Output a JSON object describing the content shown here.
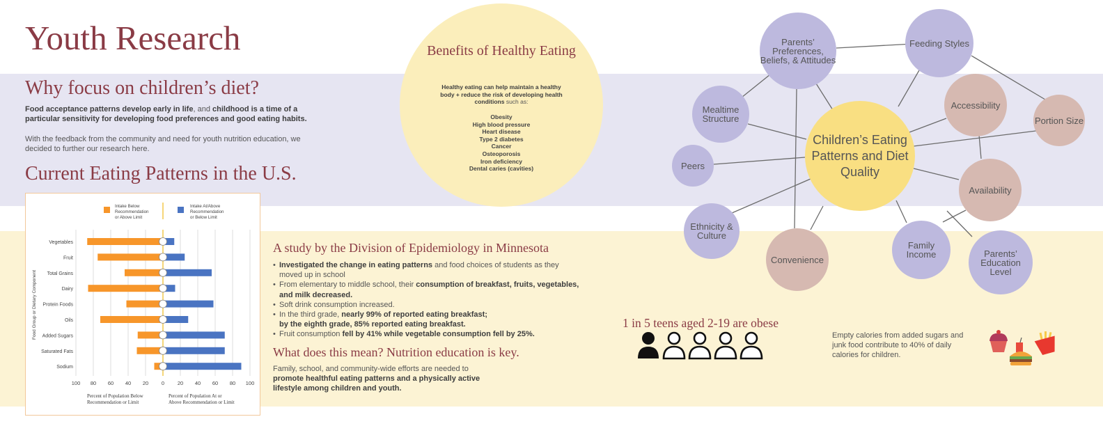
{
  "title": "Youth Research",
  "why": {
    "heading": "Why focus on children’s diet?",
    "p1_b1": "Food acceptance patterns develop early in life",
    "p1_t1": ", and ",
    "p1_b2": "childhood is a time of a particular sensitivity for developing food preferences and good eating habits.",
    "p2": "With the feedback from the community and need for youth nutrition education, we decided to further our research here."
  },
  "patterns_heading": "Current Eating Patterns in the U.S.",
  "chart_data": {
    "type": "bar",
    "orientation": "horizontal-diverging",
    "legend": [
      "Intake Below Recommendation or Above Limit",
      "Intake At/Above Recommendation or Below Limit"
    ],
    "legend_below": "Intake Below\nRecommendation\nor Above Limit",
    "legend_above": "Intake At/Above\nRecommendation\nor Below Limit",
    "colors": {
      "below": "#f7962a",
      "above": "#4a74c2"
    },
    "categories": [
      "Vegetables",
      "Fruit",
      "Total Grains",
      "Dairy",
      "Protein Foods",
      "Oils",
      "Added Sugars",
      "Saturated Fats",
      "Sodium"
    ],
    "series": [
      {
        "name": "Intake Below Recommendation or Above Limit",
        "values": [
          87,
          75,
          44,
          86,
          42,
          72,
          29,
          30,
          10
        ]
      },
      {
        "name": "Intake At/Above Recommendation or Below Limit",
        "values": [
          13,
          25,
          56,
          14,
          58,
          29,
          71,
          71,
          90
        ]
      }
    ],
    "ticks": [
      "100",
      "80",
      "60",
      "40",
      "20",
      "0",
      "20",
      "40",
      "60",
      "80",
      "100"
    ],
    "ylabel": "Food Group or Dietary Component",
    "xlabel_left": "Percent of Population Below Recommendation or Limit",
    "xlabel_right": "Percent of Population At or Above Recommendation or Limit",
    "xlim": [
      -100,
      100
    ]
  },
  "benefits": {
    "title": "Benefits of Healthy Eating",
    "intro_bold": "Healthy eating can help maintain a healthy body + reduce the risk of developing health conditions",
    "intro_tail": " such as:",
    "items": [
      "Obesity",
      "High blood pressure",
      "Heart disease",
      "Type 2 diabetes",
      "Cancer",
      "Osteoporosis",
      "Iron deficiency",
      "Dental caries (cavities)"
    ]
  },
  "study": {
    "heading": "A study by the Division of Epidemiology in Minnesota",
    "b1_bold": "Investigated the change in eating patterns",
    "b1_tail": " and food choices of students as they moved up in school",
    "b2_head": "From elementary to middle school, their ",
    "b2_bold": "consumption of breakfast, fruits, vegetables, and milk decreased.",
    "b3": "Soft drink consumption increased.",
    "b4_head": "In the third grade, ",
    "b4_bold1": "nearly 99% of reported eating breakfast;",
    "b4_bold2": "by the eighth grade, 85% reported eating breakfast.",
    "b5_head": "Fruit consumption ",
    "b5_bold": "fell by 41% while vegetable consumption fell by 25%."
  },
  "meaning": {
    "heading": "What does this mean? Nutrition education is key.",
    "text_head": "Family, school, and community-wide efforts are needed to ",
    "text_bold": "promote healthful eating patterns and a physically active lifestyle among children and youth."
  },
  "obesity": {
    "text": "1 in 5 teens aged 2-19 are obese",
    "filled": 1,
    "total": 5
  },
  "empty_calories": "Empty calories from added sugars and junk food contribute to 40% of daily calories for children.",
  "icons": [
    "person-icon",
    "cupcake-icon",
    "burger-drink-icon",
    "fries-icon"
  ],
  "network": {
    "center": "Children’s Eating Patterns and Diet Quality",
    "nodes": {
      "parents_prefs": "Parents’ Preferences, Beliefs, & Attitudes",
      "feeding_styles": "Feeding Styles",
      "mealtime": "Mealtime Structure",
      "accessibility": "Accessibility",
      "portion": "Portion Size",
      "peers": "Peers",
      "availability": "Availability",
      "ethnicity": "Ethnicity & Culture",
      "convenience": "Convenience",
      "income": "Family Income",
      "education": "Parents’ Education Level"
    },
    "colors": {
      "lavender": "#bdb9de",
      "rose": "#d6b9b1",
      "center": "#f9df82"
    }
  }
}
